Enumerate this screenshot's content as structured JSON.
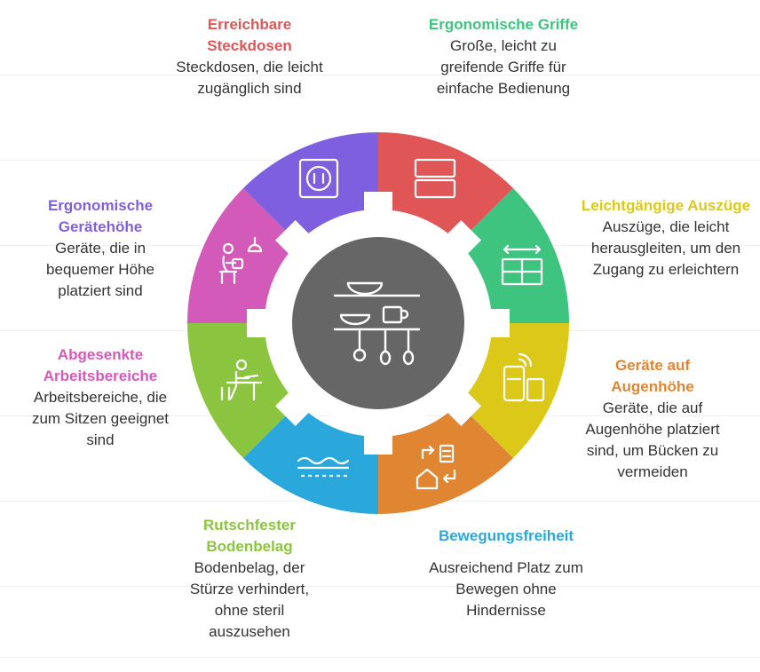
{
  "segments": [
    {
      "key": "steckdosen",
      "color": "#E05656",
      "icon": "power-outlet-icon",
      "title": "Erreichbare Steckdosen",
      "desc": "Steckdosen, die leicht zugänglich sind"
    },
    {
      "key": "griffe",
      "color": "#3EC47F",
      "icon": "handles-icon",
      "title": "Ergonomische Griffe",
      "desc": "Große, leicht zu greifende Griffe für einfache Bedienung"
    },
    {
      "key": "auszuege",
      "color": "#DCC819",
      "icon": "drawers-icon",
      "title": "Leichtgängige Auszüge",
      "desc": "Auszüge, die leicht herausgleiten, um den Zugang zu erleichtern"
    },
    {
      "key": "augenhoehe",
      "color": "#E08532",
      "icon": "devices-icon",
      "title": "Geräte auf Augenhöhe",
      "desc": "Geräte, die auf Augenhöhe platziert sind, um Bücken zu vermeiden"
    },
    {
      "key": "bewegung",
      "color": "#2AA8DC",
      "icon": "home-arrows-icon",
      "title": "Bewegungsfreiheit",
      "desc": "Ausreichend Platz zum Bewegen ohne Hindernisse"
    },
    {
      "key": "bodenbelag",
      "color": "#8BC53F",
      "icon": "floor-icon",
      "title": "Rutschfester Bodenbelag",
      "desc": "Bodenbelag, der Stürze verhindert, ohne steril auszusehen"
    },
    {
      "key": "arbeitsbereiche",
      "color": "#D45AB9",
      "icon": "person-at-desk-icon",
      "title": "Abgesenkte Arbeitsbereiche",
      "desc": "Arbeitsbereiche, die zum Sitzen geeignet sind"
    },
    {
      "key": "geraetehoehe",
      "color": "#7E5FE0",
      "icon": "person-at-counter-icon",
      "title": "Ergonomische Gerätehöhe",
      "desc": "Geräte, die in bequemer Höhe platziert sind"
    }
  ],
  "center": {
    "color": "#666666",
    "icon": "kitchen-shelf-icon"
  }
}
